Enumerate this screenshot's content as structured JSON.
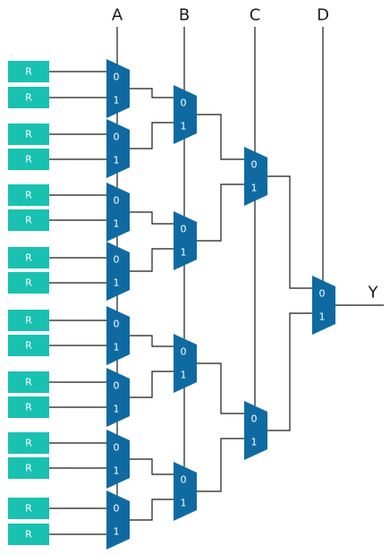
{
  "select_signals": [
    "A",
    "B",
    "C",
    "D"
  ],
  "output_label": "Y",
  "register_label": "R",
  "register_count": 16,
  "mux_input_labels": [
    "0",
    "1"
  ],
  "colors": {
    "register_fill": "#19c1b1",
    "mux_fill": "#0f6aa2",
    "wire": "#1a1a1a",
    "text_on_shape": "#ffffff"
  }
}
